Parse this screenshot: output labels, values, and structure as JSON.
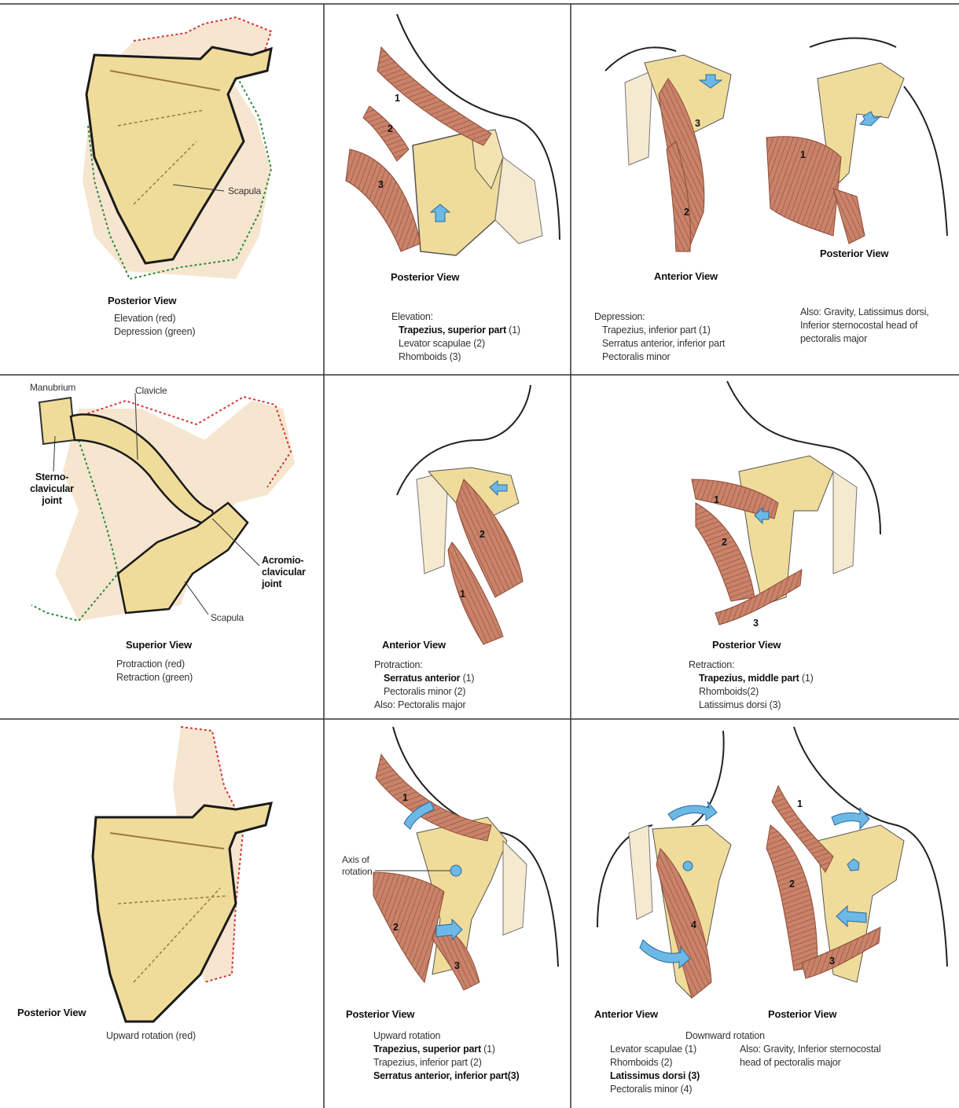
{
  "row1": {
    "c1": {
      "view": "Posterior View",
      "line1": "Elevation (red)",
      "line2": "Depression (green)",
      "bone_label": "Scapula"
    },
    "c2": {
      "view": "Posterior View",
      "title": "Elevation:",
      "m1_bold": "Trapezius, superior part",
      "m1_num": " (1)",
      "m2": "Levator scapulae (2)",
      "m3": "Rhomboids (3)"
    },
    "c3": {
      "view_a": "Anterior View",
      "view_p": "Posterior View",
      "title": "Depression:",
      "m1": "Trapezius, inferior part (1)",
      "m2": "Serratus anterior, inferior part",
      "m3": "Pectoralis minor",
      "also1": "Also: Gravity, Latissimus dorsi,",
      "also2": "Inferior sternocostal head of",
      "also3": "pectoralis major"
    }
  },
  "row2": {
    "c1": {
      "manubrium": "Manubrium",
      "clavicle": "Clavicle",
      "sc1": "Sterno-",
      "sc2": "clavicular",
      "sc3": "joint",
      "ac1": "Acromio-",
      "ac2": "clavicular",
      "ac3": "joint",
      "scapula": "Scapula",
      "view": "Superior View",
      "line1": "Protraction (red)",
      "line2": "Retraction (green)"
    },
    "c2": {
      "view": "Anterior View",
      "title": "Protraction:",
      "m1_bold": "Serratus anterior",
      "m1_num": " (1)",
      "m2": "Pectoralis minor (2)",
      "also": "Also: Pectoralis major"
    },
    "c3": {
      "view": "Posterior View",
      "title": "Retraction:",
      "m1_bold": "Trapezius, middle part",
      "m1_num": " (1)",
      "m2": "Rhomboids(2)",
      "m3": "Latissimus dorsi (3)"
    }
  },
  "row3": {
    "c1": {
      "view": "Posterior View",
      "line1": "Upward rotation (red)"
    },
    "c2": {
      "axis1": "Axis of",
      "axis2": "rotation",
      "view": "Posterior View",
      "title": "Upward rotation",
      "m1_bold": "Trapezius, superior part",
      "m1_num": " (1)",
      "m2": "Trapezius, inferior part (2)",
      "m3_bold": "Serratus anterior, inferior part(3)"
    },
    "c3": {
      "view_a": "Anterior View",
      "view_p": "Posterior View",
      "title": "Downward rotation",
      "m1": "Levator scapulae (1)",
      "m2": "Rhomboids (2)",
      "m3_bold": "Latissimus dorsi (3)",
      "m4": "Pectoralis minor (4)",
      "also1": "Also: Gravity, Inferior sternocostal",
      "also2": "head of pectoralis major"
    }
  },
  "numbers": [
    "1",
    "2",
    "3",
    "4"
  ],
  "colors": {
    "bone": "#f0dc9a",
    "bone_edge": "#1a1a1a",
    "muscle": "#c47a62",
    "muscle_dark": "#8e4a36",
    "arrow": "#6cb8e6",
    "red_dash": "#d2363a",
    "green_dash": "#2f8a3b",
    "grid": "#333333",
    "shade": "#f6e6d0"
  }
}
